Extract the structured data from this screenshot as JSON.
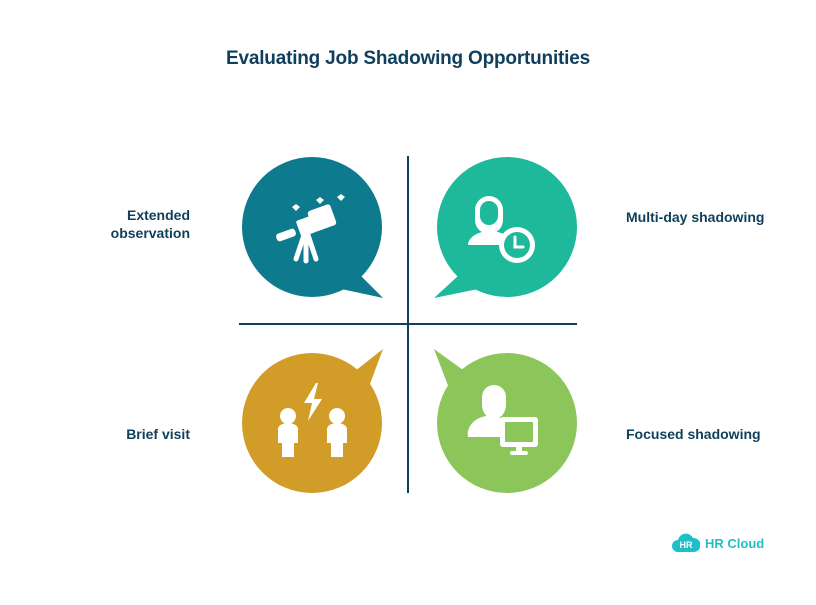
{
  "title": "Evaluating Job Shadowing Opportunities",
  "quadrants": [
    {
      "position": "top-left",
      "label": "Extended observation",
      "label_lines": [
        "Extended",
        "observation"
      ],
      "icon": "telescope-hearts-icon",
      "color": "#0e7a8e"
    },
    {
      "position": "top-right",
      "label": "Multi-day shadowing",
      "icon": "person-clock-icon",
      "color": "#1db99a"
    },
    {
      "position": "bottom-left",
      "label": "Brief visit",
      "icon": "two-people-lightning-icon",
      "color": "#d19c27"
    },
    {
      "position": "bottom-right",
      "label": "Focused shadowing",
      "icon": "person-monitor-icon",
      "color": "#8cc65a"
    }
  ],
  "logo": {
    "badge": "HR",
    "text": "HR Cloud",
    "color": "#1fbfc8"
  }
}
